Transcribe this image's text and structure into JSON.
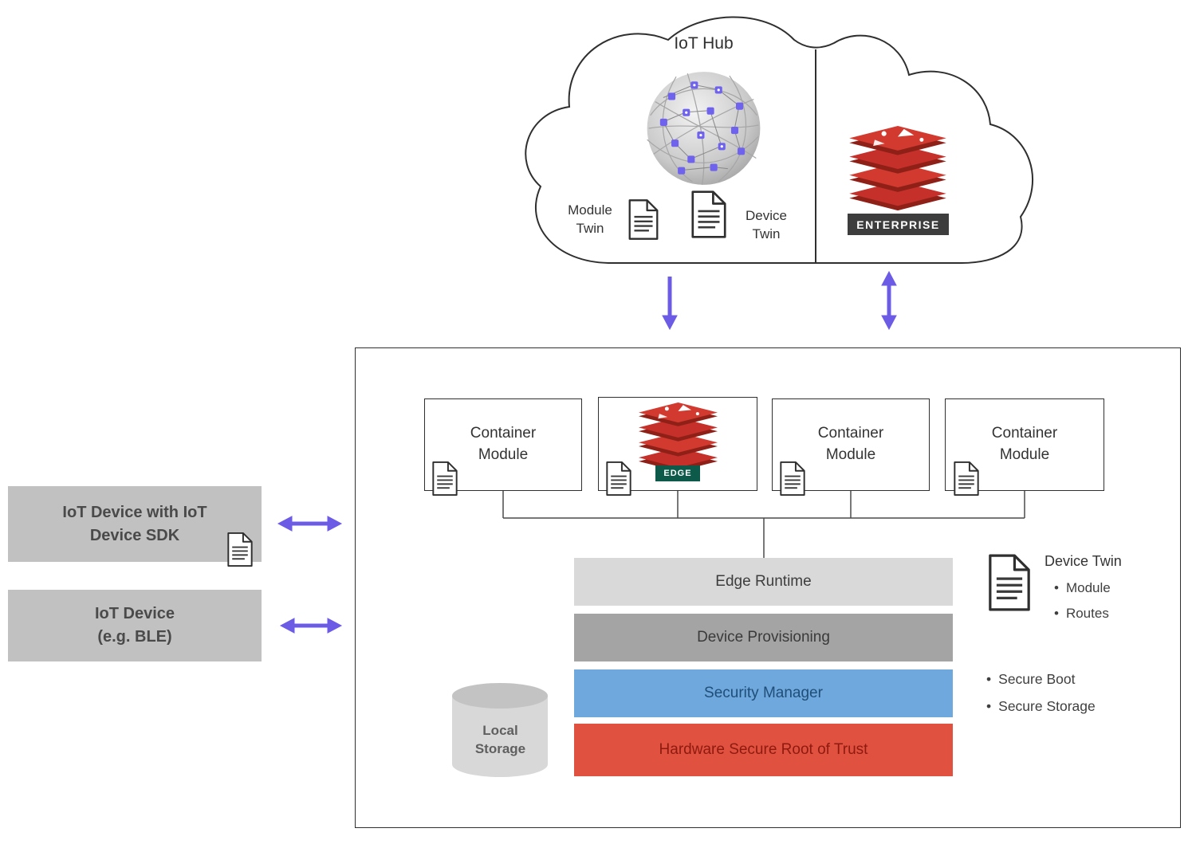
{
  "cloud": {
    "title": "IoT Hub",
    "module_twin_label": "Module Twin",
    "device_twin_label": "Device Twin",
    "enterprise_badge": "ENTERPRISE"
  },
  "left_devices": {
    "sdk_box_label": "IoT Device with IoT Device SDK",
    "ble_box_label": "IoT Device (e.g. BLE)"
  },
  "edge_box": {
    "modules": [
      {
        "label": "Container Module"
      },
      {
        "badge": "EDGE"
      },
      {
        "label": "Container Module"
      },
      {
        "label": "Container Module"
      }
    ],
    "layers": [
      {
        "label": "Edge Runtime"
      },
      {
        "label": "Device Provisioning"
      },
      {
        "label": "Security Manager"
      },
      {
        "label": "Hardware Secure Root of Trust"
      }
    ],
    "local_storage_label": "Local Storage",
    "device_twin_panel": {
      "title": "Device Twin",
      "bullets": [
        "Module",
        "Routes"
      ]
    },
    "security_features": [
      "Secure Boot",
      "Secure Storage"
    ]
  },
  "colors": {
    "arrow": "#6c5ce5",
    "line": "#4a4a4a",
    "outline": "#2f2f2f",
    "device_box_bg": "#c2c1c1",
    "edge_runtime_bg": "#d9d9d9",
    "edge_runtime_text": "#3d3d3d",
    "provisioning_bg": "#a5a4a4",
    "provisioning_text": "#3a3a3a",
    "security_manager_bg": "#6fa8dc",
    "security_manager_text": "#1f4e79",
    "root_of_trust_bg": "#e05140",
    "root_of_trust_text": "#8e1a0f",
    "redis_red": "#c6302b",
    "redis_dark": "#8f2018",
    "enterprise_badge_bg": "#3d3d3d",
    "edge_badge_bg": "#0e5a4a",
    "storage_gray": "#d8d8d8"
  }
}
